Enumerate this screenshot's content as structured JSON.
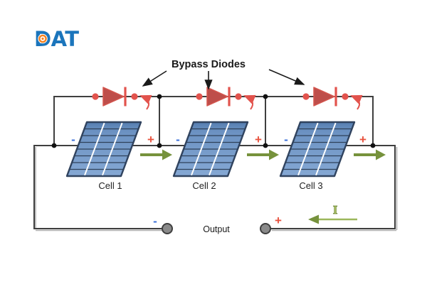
{
  "logo": {
    "text": "DAT"
  },
  "annotation": {
    "label": "Bypass Diodes"
  },
  "cells": [
    {
      "label": "Cell 1",
      "minus": "-",
      "plus": "+"
    },
    {
      "label": "Cell 2",
      "minus": "-",
      "plus": "+"
    },
    {
      "label": "Cell 3",
      "minus": "-",
      "plus": "+"
    }
  ],
  "output": {
    "label": "Output",
    "minus": "-",
    "plus": "+",
    "current": "I"
  },
  "colors": {
    "wire": "#3F3F3F",
    "wire_shadow": "#ABABAB",
    "diode_body": "#BE4E4A",
    "diode_accent": "#E2534D",
    "cell_blue_top": "#567EB0",
    "cell_blue_bottom": "#85A8D4",
    "cell_outline": "#30435F",
    "arrow_green": "#76923C",
    "current_green": "#9CB75B",
    "minus_blue": "#3A6FD8",
    "plus_red": "#E8533F",
    "logo_blue": "#1B75BC",
    "logo_orange": "#F58220",
    "text_black": "#1A1A1A",
    "terminal_gray": "#8A8A8A"
  }
}
